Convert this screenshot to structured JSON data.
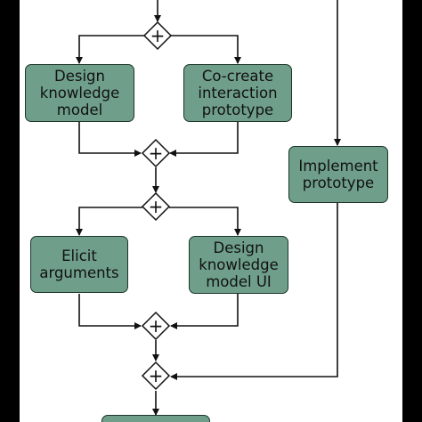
{
  "colors": {
    "page_background": "#000000",
    "canvas_background": "#ffffff",
    "node_fill": "#6f9f8a",
    "node_border": "#1c3528",
    "edge": "#111111"
  },
  "nodes": {
    "design_knowledge_model": "Design\nknowledge\nmodel",
    "cocreate_prototype": "Co-create\ninteraction\nprototype",
    "implement_prototype": "Implement\nprototype",
    "elicit_arguments": "Elicit\narguments",
    "design_knowledge_model_ui": "Design\nknowledge\nmodel UI"
  },
  "gateway_symbol": "+"
}
